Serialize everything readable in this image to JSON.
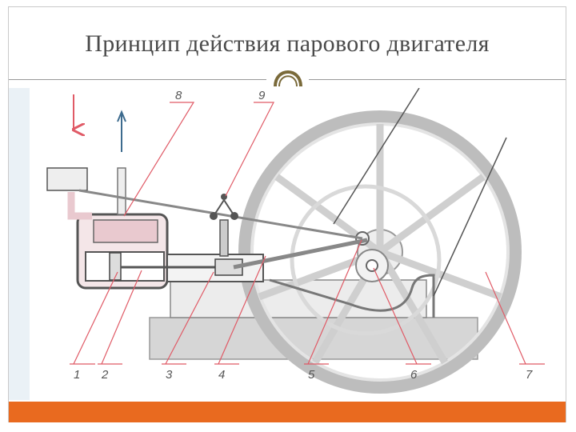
{
  "slide": {
    "title": "Принцип действия парового двигателя"
  },
  "diagram": {
    "labels": [
      "1",
      "2",
      "3",
      "4",
      "5",
      "6",
      "7",
      "8",
      "9"
    ]
  },
  "colors": {
    "accent_bar": "#e96a1f",
    "steam": "#e9c9cf",
    "leader_lines": "#e05a66",
    "arrow_in": "#e05a66",
    "arrow_out": "#3d6b8e",
    "frame": "#c9c9c9"
  }
}
